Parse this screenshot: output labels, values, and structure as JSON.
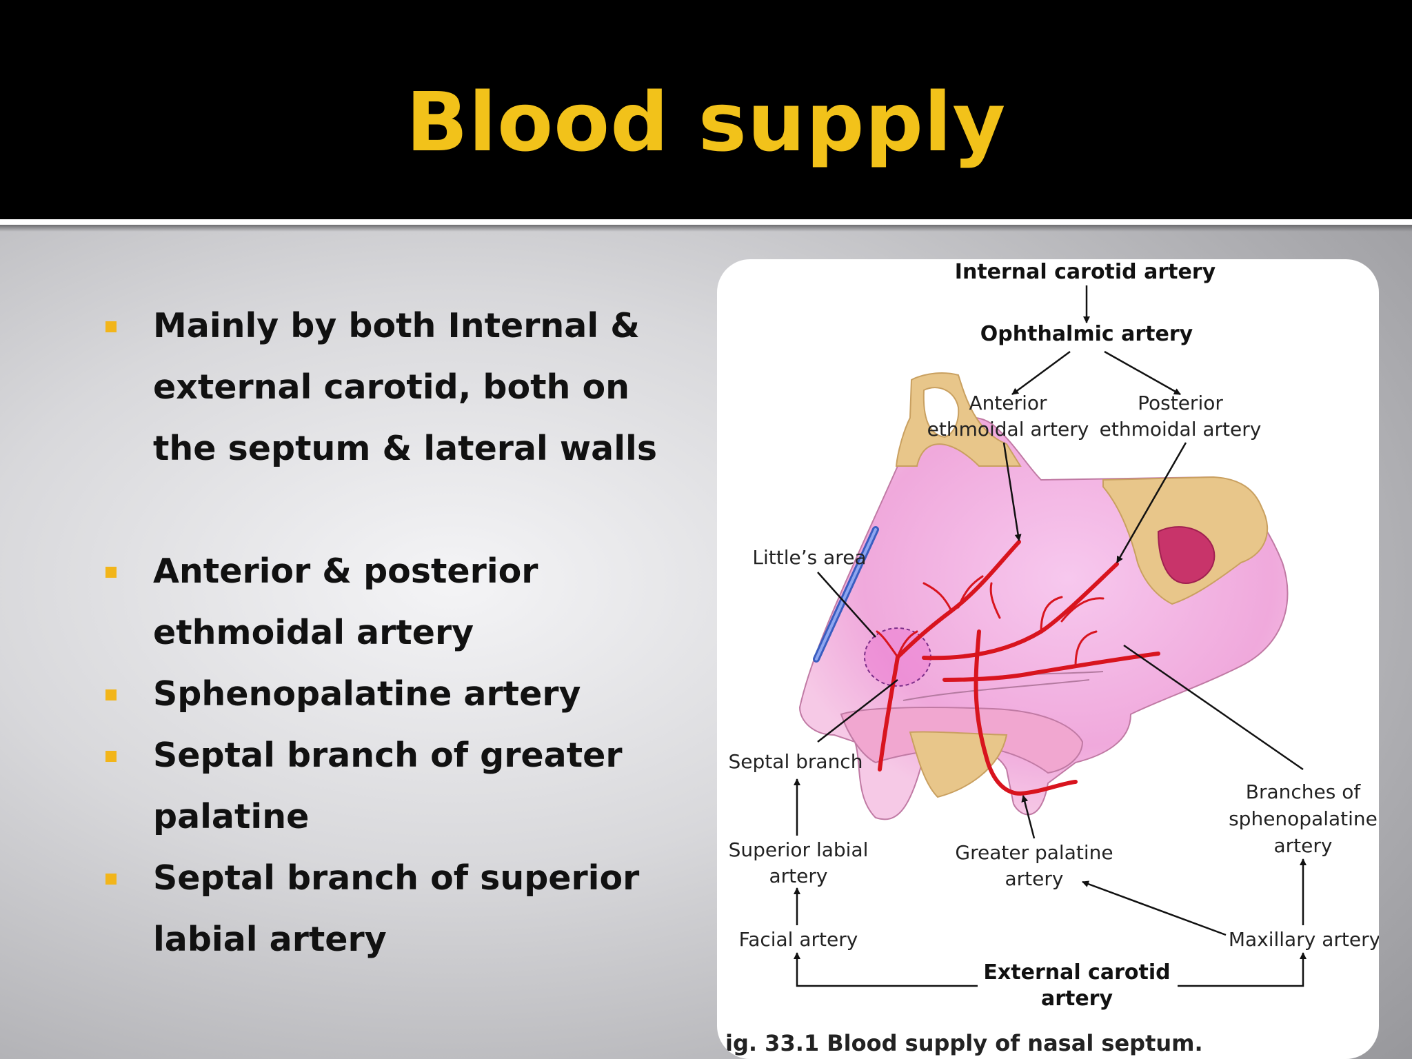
{
  "slide": {
    "title": "Blood supply",
    "bullets": [
      "Mainly by both Internal & external carotid, both on the septum & lateral walls",
      "Anterior & posterior ethmoidal artery",
      "Sphenopalatine artery",
      "Septal branch of greater palatine",
      "Septal branch of superior labial artery"
    ]
  },
  "figure": {
    "internal_carotid": "Internal carotid artery",
    "ophthalmic": "Ophthalmic artery",
    "anterior_ethmoidal_1": "Anterior",
    "anterior_ethmoidal_2": "ethmoidal artery",
    "posterior_ethmoidal_1": "Posterior",
    "posterior_ethmoidal_2": "ethmoidal artery",
    "littles_area": "Little’s area",
    "septal_branch": "Septal branch",
    "superior_labial_1": "Superior labial",
    "superior_labial_2": "artery",
    "greater_palatine_1": "Greater palatine",
    "greater_palatine_2": "artery",
    "sphenopalatine_1": "Branches of",
    "sphenopalatine_2": "sphenopalatine",
    "sphenopalatine_3": "artery",
    "facial": "Facial artery",
    "maxillary": "Maxillary artery",
    "external_carotid_1": "External carotid",
    "external_carotid_2": "artery",
    "caption": "ig. 33.1  Blood supply of nasal septum."
  },
  "colors": {
    "title": "#f2c21a",
    "bullet": "#f2b51a",
    "artery": "#d8141e",
    "mucosa": "#f3b8e0",
    "bone": "#e8c68a"
  }
}
